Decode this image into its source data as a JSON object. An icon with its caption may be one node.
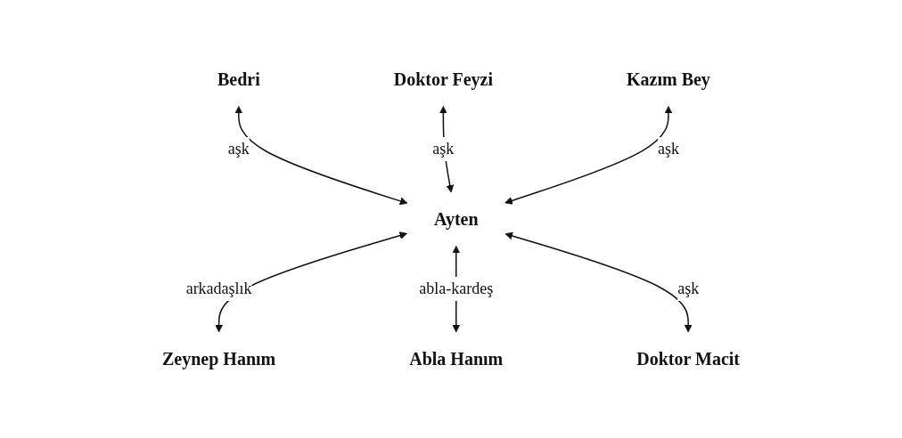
{
  "diagram": {
    "nodes": [
      {
        "text": [
          "Bedri"
        ]
      },
      {
        "text": [
          "Doktor Feyzi"
        ]
      },
      {
        "text": [
          "Kazım Bey"
        ]
      },
      {
        "text": [
          "Ayten"
        ]
      },
      {
        "text": [
          "Zeynep Hanım"
        ]
      },
      {
        "text": [
          "Abla Hanım"
        ]
      },
      {
        "text": [
          "Doktor Macit"
        ]
      }
    ],
    "edges": [
      {
        "from": 0,
        "to": 3,
        "arrow": "both",
        "label": "aşk"
      },
      {
        "from": 1,
        "to": 3,
        "arrow": "both",
        "label": "aşk"
      },
      {
        "from": 2,
        "to": 3,
        "arrow": "both",
        "label": "aşk"
      },
      {
        "from": 3,
        "to": 4,
        "arrow": "both",
        "label": "arkadaşlık"
      },
      {
        "from": 3,
        "to": 5,
        "arrow": "both",
        "label": "abla-kardeş"
      },
      {
        "from": 3,
        "to": 6,
        "arrow": "both",
        "label": "aşk"
      }
    ]
  }
}
